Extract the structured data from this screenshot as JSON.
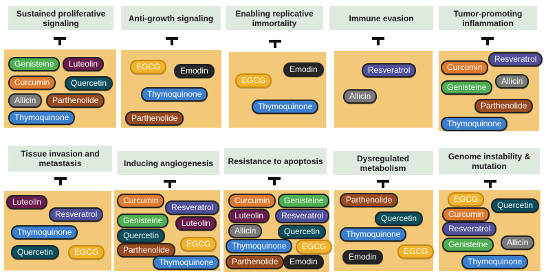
{
  "colors": {
    "header_bg": "#dfeade",
    "box_bg": "#f3c879",
    "green": "#4caf50",
    "purple": "#6a1b4d",
    "orange": "#e07a2e",
    "teal": "#0b4f5e",
    "gray": "#7a7a7a",
    "brown": "#9a4a1f",
    "blue": "#3a7fd0",
    "black": "#262626",
    "lavender": "#4f4f9c",
    "yellow": "#f2b32c"
  },
  "panels": [
    {
      "title": "Sustained proliferative signaling",
      "compounds": [
        "Genisteine",
        "Luteolin",
        "Curcumin",
        "Quercetin",
        "Allicin",
        "Parthenolide",
        "Thymoquinone"
      ]
    },
    {
      "title": "Anti-growth signaling",
      "compounds": [
        "EGCG",
        "Emodin",
        "Thymoquinone",
        "Parthenolide"
      ]
    },
    {
      "title": "Enabling replicative immortality",
      "compounds": [
        "Emodin",
        "EGCG",
        "Thymoquinone"
      ]
    },
    {
      "title": "Immune evasion",
      "compounds": [
        "Resveratrol",
        "Allicin"
      ]
    },
    {
      "title": "Tumor-promoting inflammation",
      "compounds": [
        "Resveratrol",
        "Curcumin",
        "Genisteine",
        "Allicin",
        "Parthenolide",
        "Thymoquinone"
      ]
    },
    {
      "title": "Tissue  invasion and metastasis",
      "compounds": [
        "Luteolin",
        "Resveratrol",
        "Thymoquinone",
        "Quercetin",
        "EGCG"
      ]
    },
    {
      "title": "Inducing angiogenesis",
      "compounds": [
        "Curcumin",
        "Resveratrol",
        "Genisteine",
        "Luteolin",
        "Quercetin",
        "Parthenolide",
        "EGCG",
        "Thymoquinone"
      ]
    },
    {
      "title": "Resistance to apoptosis",
      "compounds": [
        "Curcumin",
        "Genisteine",
        "Luteolin",
        "Resveratrol",
        "Allicin",
        "Quercetin",
        "Thymoquinone",
        "EGCG",
        "Parthenolide",
        "Emodin"
      ]
    },
    {
      "title": "Dysregulated metabolism",
      "compounds": [
        "Parthenolide",
        "Quercetin",
        "Thymoquinone",
        "Emodin",
        "EGCG"
      ]
    },
    {
      "title": "Genome instability & mutation",
      "compounds": [
        "EGCG",
        "Quercetin",
        "Curcumin",
        "Resveratrol",
        "Genisteine",
        "Allicin",
        "Thymoquinone"
      ]
    }
  ]
}
